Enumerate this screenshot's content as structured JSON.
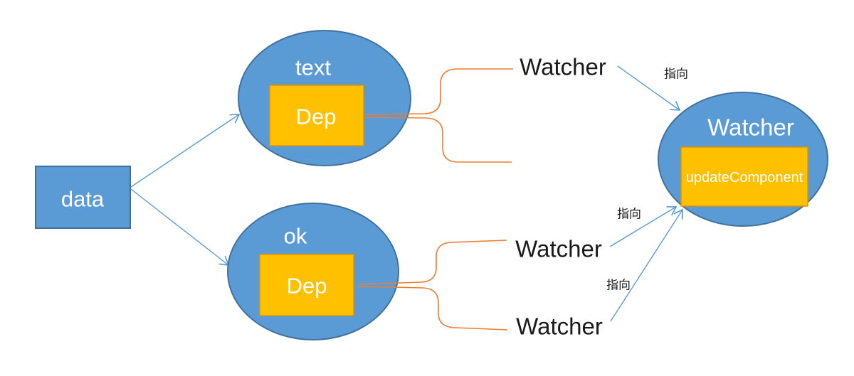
{
  "colors": {
    "node_fill": "#5B9BD5",
    "node_stroke": "#41719C",
    "dep_fill": "#FFC000",
    "dep_stroke": "#E29400",
    "brace": "#ED7D31",
    "arrow": "#5B9BD5",
    "dark_text": "#1A1A1A",
    "light_text": "#FFFFFF"
  },
  "nodes": {
    "data_label": "data",
    "text_key_label": "text",
    "text_dep_label": "Dep",
    "ok_key_label": "ok",
    "ok_dep_label": "Dep",
    "watcher_node_label": "Watcher",
    "update_component_label": "updateComponent"
  },
  "labels": {
    "watcher_top": "Watcher",
    "watcher_mid": "Watcher",
    "watcher_bottom": "Watcher",
    "points_to_top": "指向",
    "points_to_mid": "指向",
    "points_to_bottom": "指向"
  }
}
